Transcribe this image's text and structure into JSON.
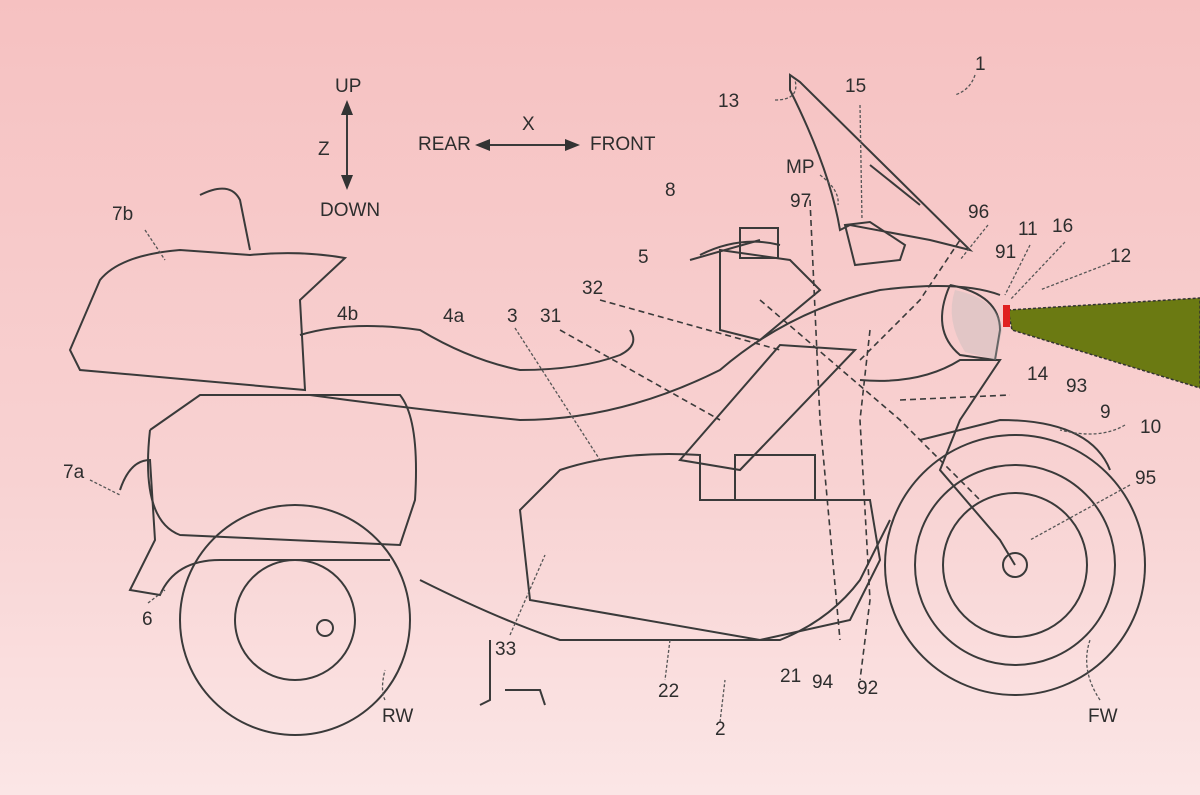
{
  "axes": {
    "up": "UP",
    "down": "DOWN",
    "z": "Z",
    "x": "X",
    "rear": "REAR",
    "front": "FRONT"
  },
  "labels": {
    "l1": "1",
    "l13": "13",
    "l15": "15",
    "lMP": "MP",
    "l97": "97",
    "l96": "96",
    "l11": "11",
    "l16": "16",
    "l12": "12",
    "l91": "91",
    "l14": "14",
    "l93": "93",
    "l9": "9",
    "l10": "10",
    "l95": "95",
    "lFW": "FW",
    "l8": "8",
    "l5": "5",
    "l32": "32",
    "l3": "3",
    "l31": "31",
    "l4a": "4a",
    "l4b": "4b",
    "l7b": "7b",
    "l7a": "7a",
    "l6": "6",
    "l33": "33",
    "l22": "22",
    "l2": "2",
    "l21": "21",
    "l94": "94",
    "l92": "92",
    "lRW": "RW"
  },
  "colors": {
    "beam": "#6b7a12",
    "light": "#e02020",
    "background_top": "#f6c1c1",
    "background_bottom": "#fbe6e6"
  }
}
